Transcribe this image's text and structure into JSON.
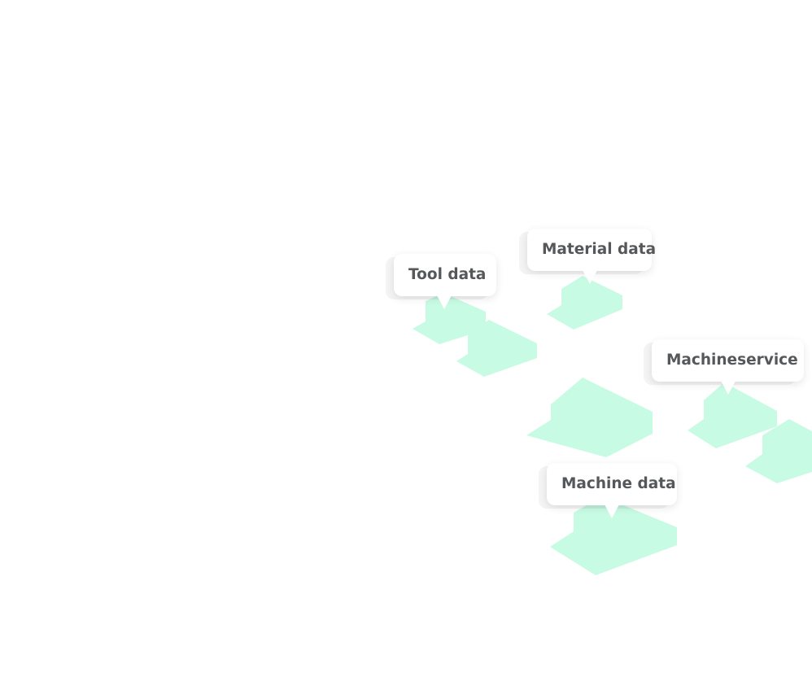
{
  "diagram": {
    "shape_color": "#c8fbe4",
    "label_color": "#55585a",
    "callouts": {
      "tool": "Tool data",
      "material": "Material data",
      "machineservice": "Machineservice",
      "machine": "Machine data"
    }
  }
}
